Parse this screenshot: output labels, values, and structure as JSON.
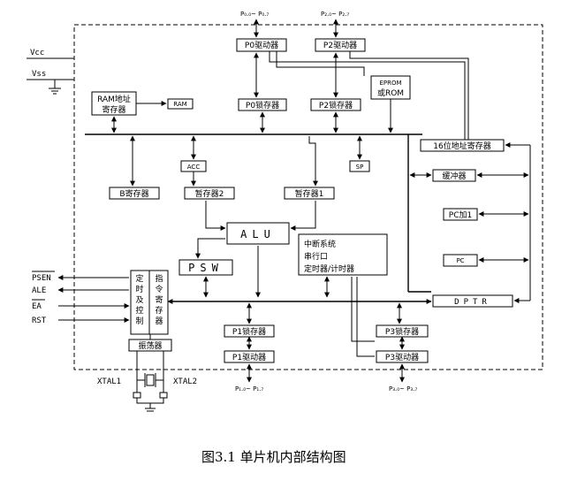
{
  "power": {
    "vcc": "Vcc",
    "vss": "Vss"
  },
  "ports_top": {
    "p0_pins": "P₀.₀~ P₀.₇",
    "p2_pins": "P₂.₀~ P₂.₇"
  },
  "blocks": {
    "p0_driver": "P0驱动器",
    "p2_driver": "P2驱动器",
    "eprom_line1": "EPROM",
    "eprom_line2": "或ROM",
    "ram_addr_line1": "RAM地址",
    "ram_addr_line2": "寄存器",
    "ram": "RAM",
    "p0_latch": "P0锁存器",
    "p2_latch": "P2锁存器",
    "addr16": "16位地址寄存器",
    "acc": "ACC",
    "sp": "SP",
    "b_reg": "B寄存器",
    "temp2": "暂存器2",
    "temp1": "暂存器1",
    "buffer": "缓冲器",
    "alu": "ALU",
    "pc_inc": "PC加1",
    "intr_line1": "中断系统",
    "intr_line2": "串行口",
    "intr_line3": "定时器/计时器",
    "psw": "PSW",
    "pc": "PC",
    "timing_ctrl": [
      "定",
      "时",
      "及",
      "控",
      "制"
    ],
    "instr_reg": [
      "指",
      "令",
      "寄",
      "存",
      "器"
    ],
    "dptr": "DPTR",
    "p1_latch": "P1锁存器",
    "p3_latch": "P3锁存器",
    "p1_driver": "P1驱动器",
    "p3_driver": "P3驱动器",
    "oscillator": "振荡器"
  },
  "control_signals": [
    "PSEN",
    "ALE",
    "EA",
    "RST"
  ],
  "xtal": {
    "xtal1": "XTAL1",
    "xtal2": "XTAL2"
  },
  "ports_bottom": {
    "p1_pins": "P₁.₀~ P₁.₇",
    "p3_pins": "P₃.₀~ P₃.₇"
  },
  "caption": "图3.1 单片机内部结构图"
}
